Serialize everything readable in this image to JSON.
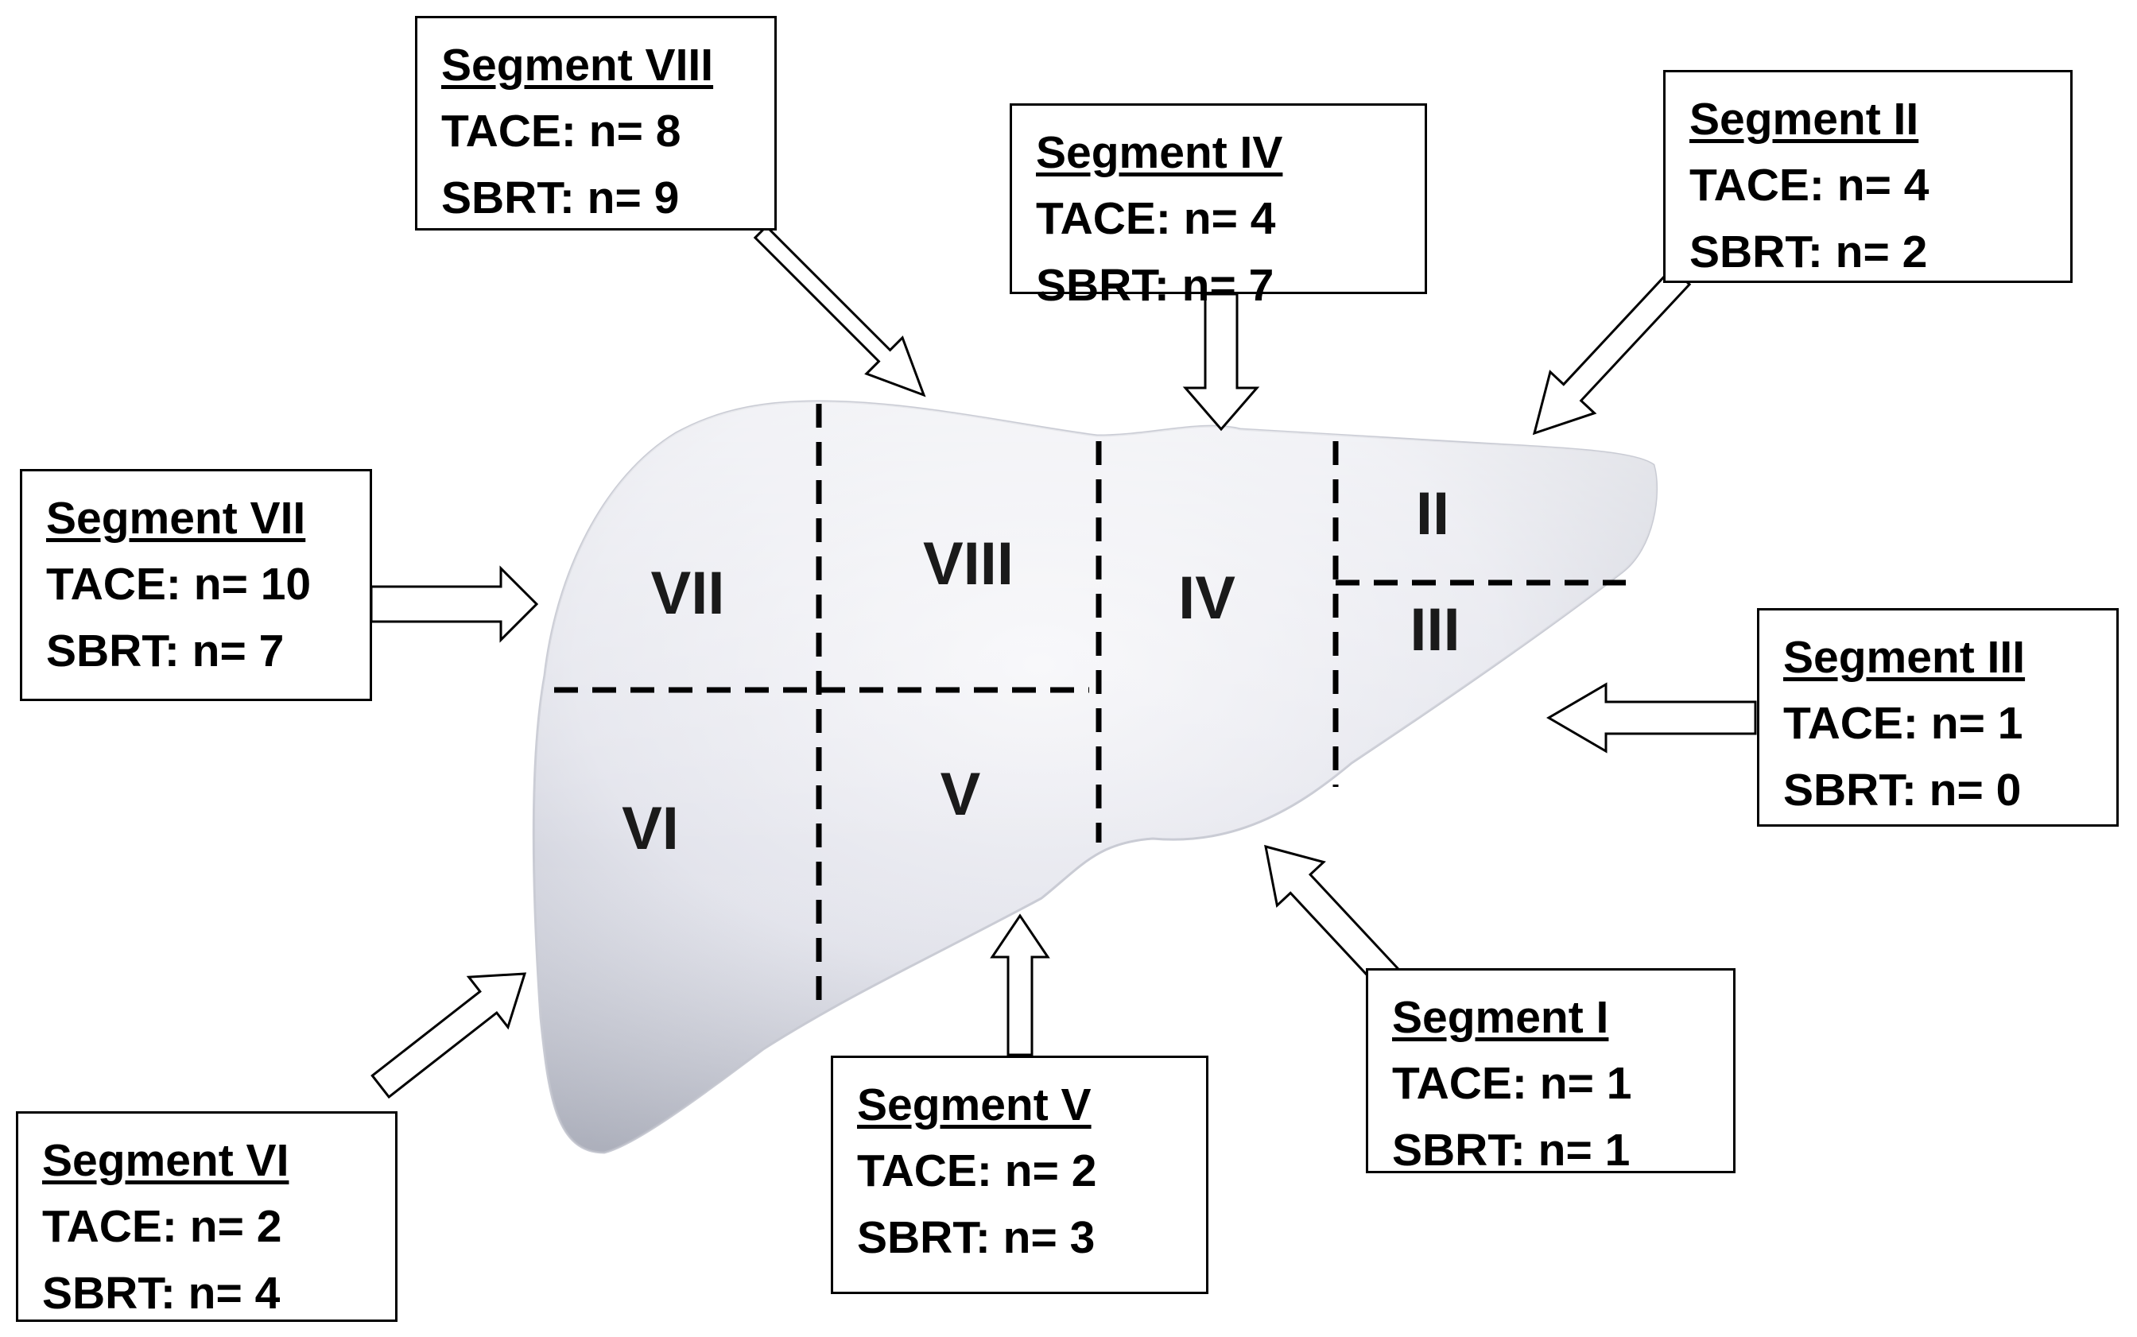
{
  "liver_segments": [
    "VII",
    "VIII",
    "IV",
    "II",
    "III",
    "VI",
    "V"
  ],
  "boxes": {
    "viii": {
      "title": "Segment VIII",
      "tace": "TACE: n= 8",
      "sbrt": "SBRT: n= 9"
    },
    "iv": {
      "title": "Segment IV",
      "tace": "TACE: n= 4",
      "sbrt": "SBRT: n= 7"
    },
    "ii": {
      "title": "Segment II",
      "tace": "TACE: n= 4",
      "sbrt": "SBRT: n= 2"
    },
    "vii": {
      "title": "Segment VII",
      "tace": "TACE: n= 10",
      "sbrt": "SBRT: n= 7"
    },
    "iii": {
      "title": "Segment III",
      "tace": "TACE: n= 1",
      "sbrt": "SBRT: n= 0"
    },
    "vi": {
      "title": "Segment VI",
      "tace": "TACE: n= 2",
      "sbrt": "SBRT: n= 4"
    },
    "v": {
      "title": "Segment V",
      "tace": "TACE: n= 2",
      "sbrt": "SBRT: n= 3"
    },
    "i": {
      "title": "Segment I",
      "tace": "TACE: n= 1",
      "sbrt": "SBRT: n= 1"
    }
  },
  "colors": {
    "liver_light": "#f4f4f7",
    "liver_mid": "#d6d8e2",
    "liver_dark": "#b9bcc8",
    "line": "#000000"
  }
}
